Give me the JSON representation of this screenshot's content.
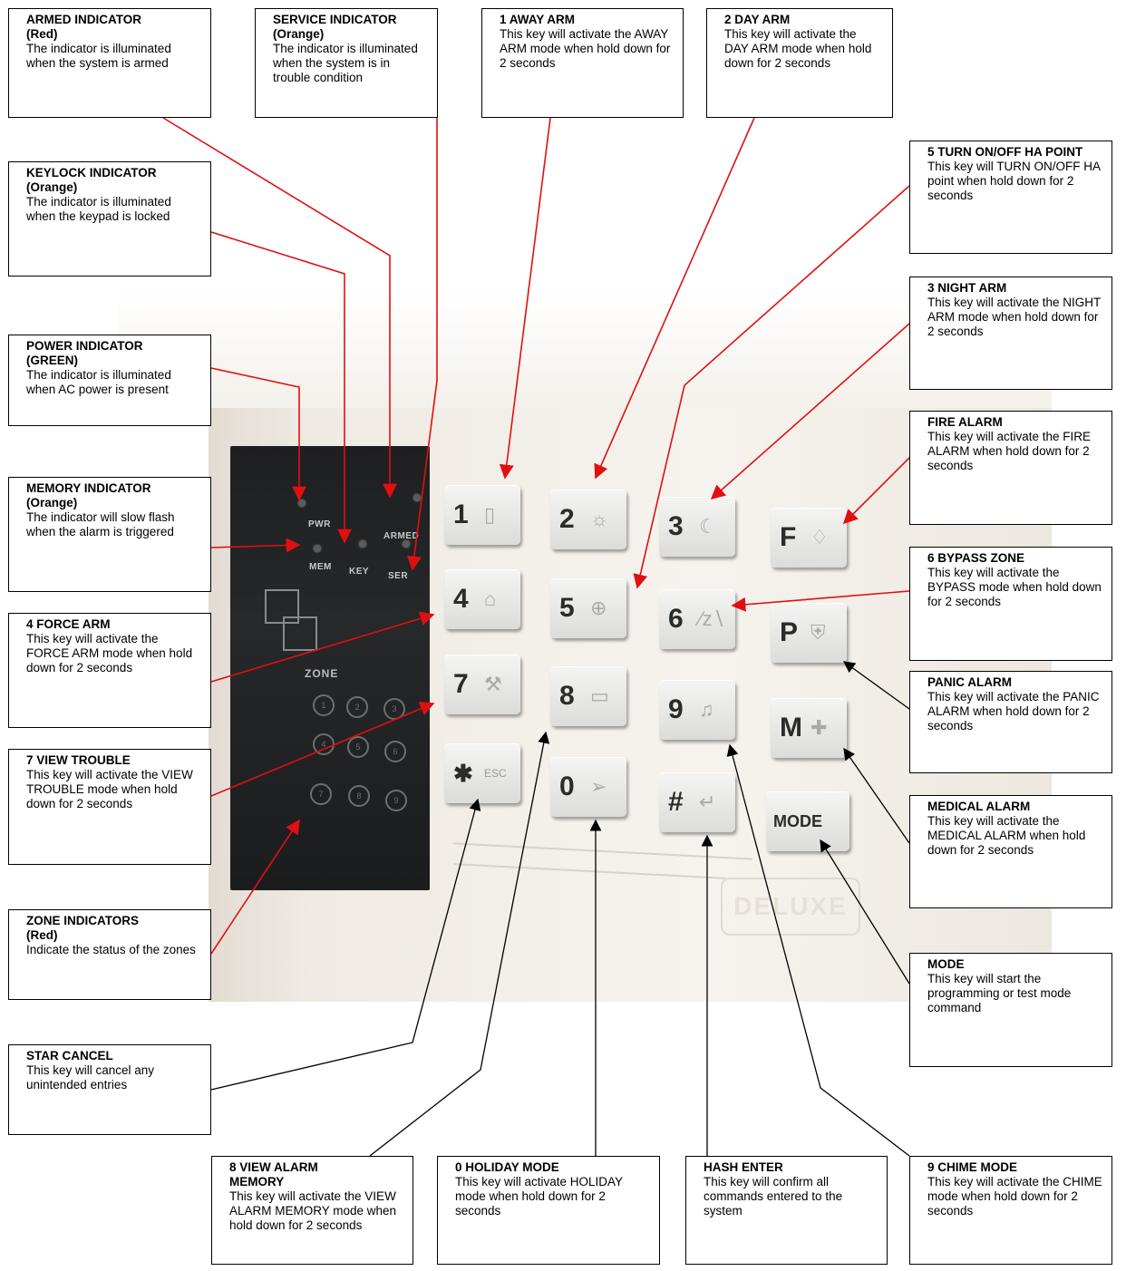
{
  "callouts": {
    "armed": {
      "title": "ARMED INDICATOR\n(Red)",
      "desc": "The indicator is illuminated when the system is armed"
    },
    "service": {
      "title": "SERVICE INDICATOR\n(Orange)",
      "desc": "The indicator is illuminated when the system is in trouble condition"
    },
    "away": {
      "title": "1 AWAY ARM",
      "desc": "This key will activate the AWAY ARM mode when hold down for 2 seconds"
    },
    "day": {
      "title": "2 DAY ARM",
      "desc": "This key will activate the DAY ARM mode when hold down for 2 seconds"
    },
    "ha": {
      "title": "5 TURN ON/OFF HA POINT",
      "desc": "This key will TURN ON/OFF HA point when hold down for 2 seconds"
    },
    "keylock": {
      "title": "KEYLOCK INDICATOR\n(Orange)",
      "desc": "The indicator is illuminated when the keypad is locked"
    },
    "night": {
      "title": "3 NIGHT ARM",
      "desc": "This key will activate the NIGHT ARM mode when hold down for 2 seconds"
    },
    "power": {
      "title": "POWER INDICATOR\n(GREEN)",
      "desc": "The indicator is illuminated when AC power is present"
    },
    "fire": {
      "title": "FIRE ALARM",
      "desc": "This key will activate the FIRE ALARM when hold down for 2 seconds"
    },
    "memory": {
      "title": "MEMORY INDICATOR\n(Orange)",
      "desc": "The indicator will slow flash when the alarm is triggered"
    },
    "bypass": {
      "title": "6 BYPASS ZONE",
      "desc": "This key will activate the BYPASS mode when hold down for 2 seconds"
    },
    "force": {
      "title": "4 FORCE ARM",
      "desc": "This key will activate the FORCE ARM mode when hold down for 2 seconds"
    },
    "panic": {
      "title": "PANIC ALARM",
      "desc": "This key will activate the PANIC ALARM when hold down for 2 seconds"
    },
    "trouble": {
      "title": "7 VIEW TROUBLE",
      "desc": "This key will activate the VIEW TROUBLE mode when hold down for 2 seconds"
    },
    "medical": {
      "title": "MEDICAL ALARM",
      "desc": "This key will activate the MEDICAL ALARM when hold down for 2 seconds"
    },
    "zone": {
      "title": "ZONE INDICATORS\n(Red)",
      "desc": "Indicate the status of the zones"
    },
    "mode": {
      "title": "MODE",
      "desc": "This key will start the programming or test mode command"
    },
    "star": {
      "title": "STAR CANCEL",
      "desc": "This key will cancel any unintended entries"
    },
    "viewmem": {
      "title": "8 VIEW ALARM\nMEMORY",
      "desc": "This key will activate the VIEW ALARM MEMORY mode when hold down for 2 seconds"
    },
    "holiday": {
      "title": "0 HOLIDAY MODE",
      "desc": "This key will activate HOLIDAY mode when hold down for 2 seconds"
    },
    "hash": {
      "title": "HASH ENTER",
      "desc": "This key will confirm all commands entered to the system"
    },
    "chime": {
      "title": "9 CHIME MODE",
      "desc": "This key will activate the CHIME mode when hold down for 2 seconds"
    }
  },
  "panel_labels": {
    "pwr": "PWR",
    "armed": "ARMED",
    "mem": "MEM",
    "key": "KEY",
    "ser": "SER",
    "zone": "ZONE"
  },
  "keys": {
    "k1": "1",
    "k2": "2",
    "k3": "3",
    "kf": "F",
    "k4": "4",
    "k5": "5",
    "k6": "6",
    "kp": "P",
    "k7": "7",
    "k8": "8",
    "k9": "9",
    "km": "M",
    "kstar": "✱",
    "kstar_sub": "ESC",
    "k0": "0",
    "khash": "#",
    "kmode": "MODE"
  },
  "icons": {
    "door": "door-icon",
    "sun": "sun-icon",
    "moon": "moon-icon",
    "flame": "flame-icon",
    "lock": "padlock-icon",
    "bulb": "bulb-icon",
    "bypass": "bypass-icon",
    "shield": "shield-icon",
    "wrench": "wrench-icon",
    "book": "book-icon",
    "bell": "bell-icon",
    "cross": "cross-icon",
    "plane": "plane-icon",
    "enter": "enter-arrow-icon"
  },
  "zone_numbers": [
    "1",
    "2",
    "3",
    "4",
    "5",
    "6",
    "7",
    "8",
    "9"
  ],
  "brand_text": "DELUXE",
  "colors": {
    "red_leader": "#e01010",
    "black_leader": "#000000"
  }
}
